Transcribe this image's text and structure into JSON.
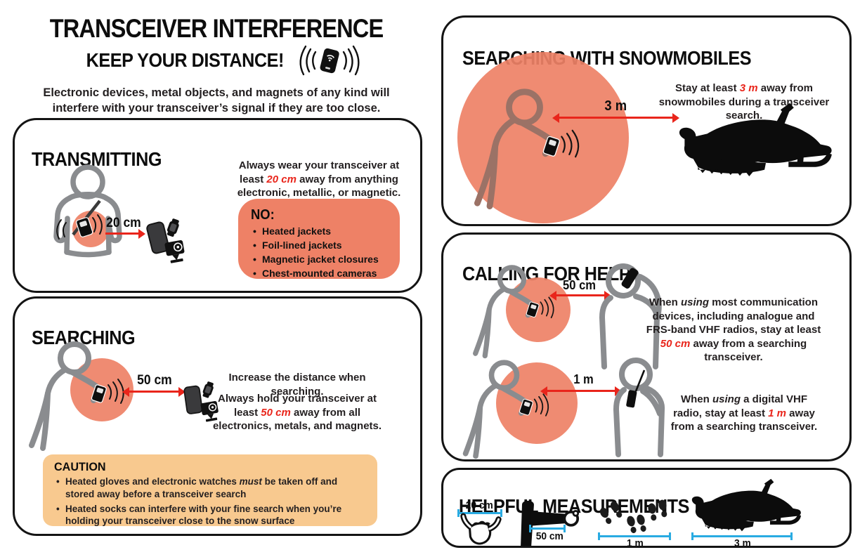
{
  "colors": {
    "salmon": "#EE8166",
    "caution_bg": "#F8C98F",
    "red": "#E9251B",
    "blue": "#29ABE2",
    "figure_gray": "#8A8C8F"
  },
  "header": {
    "title": "TRANSCEIVER INTERFERENCE",
    "subtitle": "KEEP YOUR DISTANCE!",
    "intro": "Electronic devices, metal objects, and magnets of any kind will interfere with your transceiver’s signal if they are too close."
  },
  "transmitting": {
    "title": "TRANSMITTING",
    "distance_label": "20 cm",
    "text_pre": "Always wear your transceiver at least ",
    "text_highlight": "20 cm",
    "text_post": " away from anything electronic, metallic, or magnetic.",
    "no_box": {
      "title": "NO:",
      "items": [
        "Heated jackets",
        "Foil-lined jackets",
        "Magnetic jacket closures",
        "Chest-mounted cameras"
      ]
    }
  },
  "searching": {
    "title": "SEARCHING",
    "distance_label": "50 cm",
    "line1": "Increase the distance when searching.",
    "text_pre": "Always hold your transceiver at least ",
    "text_highlight": "50 cm",
    "text_post": " away from all electronics, metals, and magnets.",
    "caution": {
      "title": "CAUTION",
      "item1_pre": "Heated gloves and electronic watches ",
      "item1_em": "must",
      "item1_post": " be taken off and stored away before a transceiver search",
      "item2": "Heated socks can interfere with your fine search when you’re holding your transceiver close to the snow surface"
    }
  },
  "snowmobiles": {
    "title": "SEARCHING WITH SNOWMOBILES",
    "distance_label": "3 m",
    "text_pre": "Stay at least ",
    "text_highlight": "3 m",
    "text_post": " away from snowmobiles during a transceiver search."
  },
  "calling": {
    "title": "CALLING FOR HELP",
    "scene1": {
      "distance_label": "50 cm",
      "t1": "When ",
      "em": "using",
      "t2": " most communication devices, including analogue and FRS-band VHF radios, stay at least ",
      "hl": "50 cm",
      "t3": " away from a searching transceiver."
    },
    "scene2": {
      "distance_label": "1 m",
      "t1": "When ",
      "em": "using",
      "t2": " a digital VHF radio, stay at least ",
      "hl": "1 m",
      "t3": " away from a searching transceiver."
    }
  },
  "measurements": {
    "title": "HELPFUL MEASUREMENTS",
    "items": [
      {
        "label": "20 cm",
        "icon": "shaka-hand"
      },
      {
        "label": "50 cm",
        "icon": "forearm"
      },
      {
        "label": "1 m",
        "icon": "footprints"
      },
      {
        "label": "3 m",
        "icon": "snowmobile"
      }
    ]
  }
}
